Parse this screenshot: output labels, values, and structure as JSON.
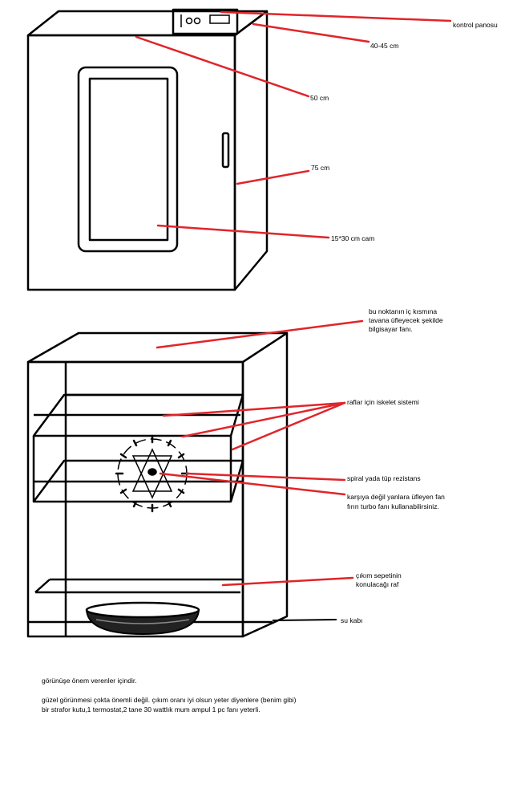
{
  "colors": {
    "outline": "#000000",
    "leader": "#e0252a",
    "background": "#ffffff"
  },
  "labels": {
    "kontrol": "kontrol panosu",
    "depth": "40-45 cm",
    "width": "50 cm",
    "height": "75 cm",
    "glass": "15*30 cm cam",
    "fan_line1": "bu noktanın iç kısmına",
    "fan_line2": "tavana üfleyecek şekilde",
    "fan_line3": "bilgisayar fanı.",
    "raflar": "raflar için iskelet sistemi",
    "spiral": "spiral yada tüp rezistans",
    "turbo_line1": "karşıya değil yanlara üfleyen fan",
    "turbo_line2": "fırın turbo fanı kullanabilirsiniz.",
    "sepet_line1": "çıkım sepetinin",
    "sepet_line2": "konulacağı raf",
    "su": "su kabı"
  },
  "notes": {
    "line1": "görünüşe önem verenler içindir.",
    "line2": "güzel görünmesi çokta önemli değil. çıkım oranı iyi olsun yeter diyenlere (benim gibi)",
    "line3": "bir strafor kutu,1 termostat,2 tane 30 wattlık mum ampul 1 pc fanı yeterli."
  }
}
